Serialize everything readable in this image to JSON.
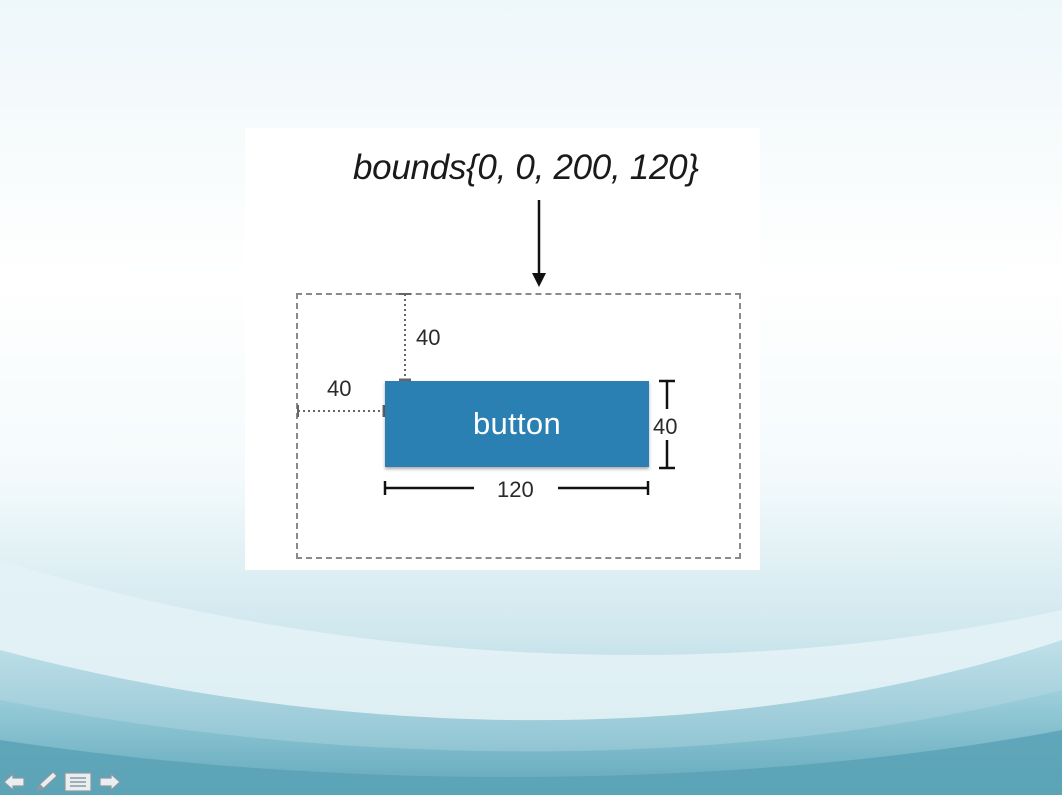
{
  "slide": {
    "title": "bounds{0, 0, 200, 120}",
    "button_label": "button",
    "top_offset_label": "40",
    "left_offset_label": "40",
    "height_label": "40",
    "width_label": "120"
  },
  "nav": {
    "icons": [
      "back-arrow-icon",
      "pen-icon",
      "menu-icon",
      "forward-arrow-icon"
    ]
  },
  "colors": {
    "button_fill": "#2a7fb3",
    "dashed_border": "#8a8a8a",
    "background_wave": "#7fbfd0"
  }
}
